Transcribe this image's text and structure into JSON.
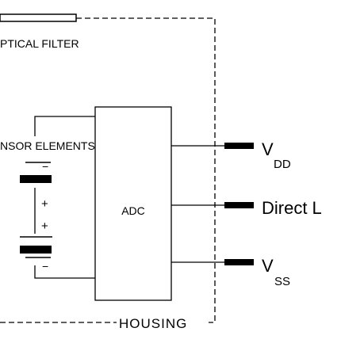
{
  "labels": {
    "optical_filter": "PTICAL FILTER",
    "sensor_elements": "NSOR ELEMENTS",
    "adc": "ADC",
    "housing": "HOUSING",
    "plus_top": "+",
    "plus_bottom": "+",
    "minus_top": "−",
    "minus_bottom": "−"
  },
  "pins": {
    "vdd_main": "V",
    "vdd_sub": "DD",
    "direct": "Direct L",
    "vss_main": "V",
    "vss_sub": "SS"
  },
  "colors": {
    "line": "#000000",
    "background": "#ffffff"
  }
}
